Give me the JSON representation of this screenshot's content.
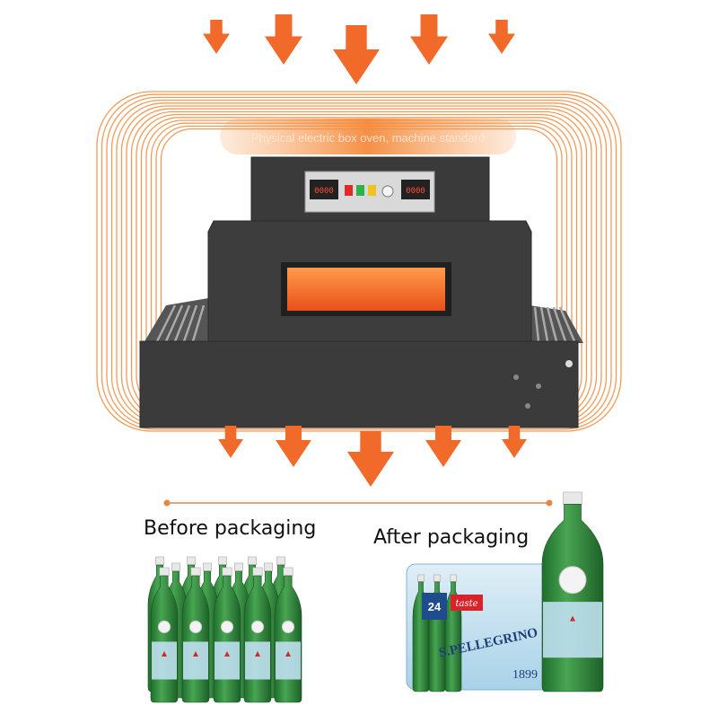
{
  "banner": {
    "text": "Physical electric box oven, machine standard"
  },
  "machine": {
    "left_display": "0000",
    "right_display": "0000"
  },
  "labels": {
    "before": "Before packaging",
    "after": "After packaging"
  },
  "bottles": {
    "brand": "S.PELLEGRINO",
    "pack_count": "24",
    "pack_tag": "taste",
    "year": "1899"
  },
  "colors": {
    "arrow": "#f26a2a",
    "heat_wave": "#f08a3c",
    "machine": "#3d3d3d",
    "window": "#ff7a2e",
    "bottle_green": "#2e8b3e",
    "label_blue": "#bfe0f0"
  }
}
